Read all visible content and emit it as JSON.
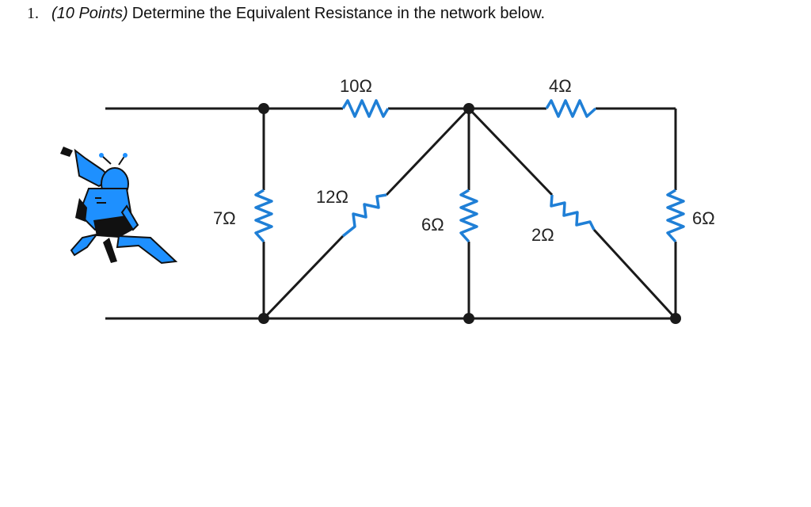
{
  "question": {
    "number": "1.",
    "points": "(10 Points)",
    "text": "Determine the Equivalent Resistance in the network below."
  },
  "circuit": {
    "wire_color": "#1a1a1a",
    "resistor_color": "#1f7fd6",
    "resistors": {
      "r10": "10Ω",
      "r4": "4Ω",
      "r7": "7Ω",
      "r12": "12Ω",
      "r6_mid": "6Ω",
      "r2": "2Ω",
      "r6_right": "6Ω"
    }
  },
  "mascot": {
    "name": "superhero-mascot",
    "colors": [
      "#1e90ff",
      "#111111"
    ]
  }
}
